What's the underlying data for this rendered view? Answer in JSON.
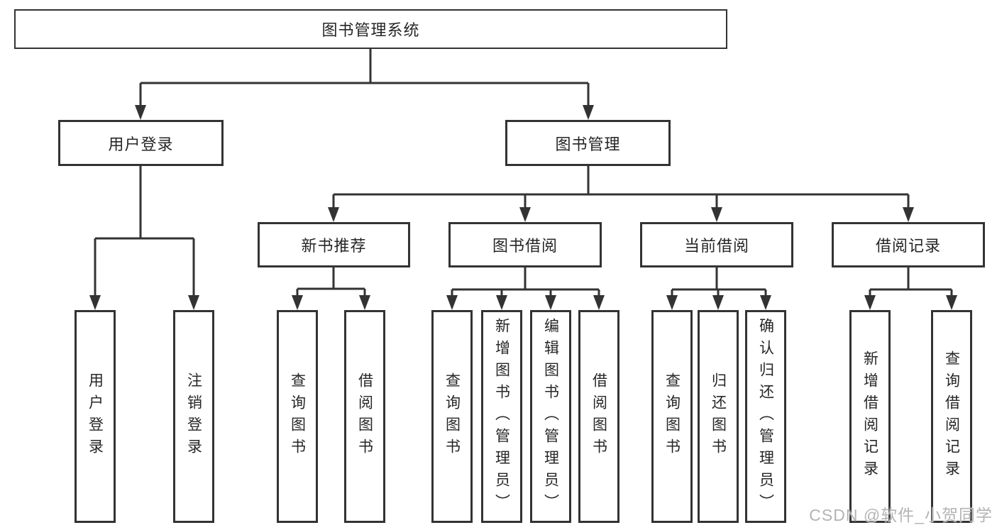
{
  "diagram": {
    "root": {
      "label": "图书管理系统"
    },
    "user_login": {
      "label": "用户登录",
      "children": [
        {
          "label": "用户登录"
        },
        {
          "label": "注销登录"
        }
      ]
    },
    "book_management": {
      "label": "图书管理",
      "sections": [
        {
          "label": "新书推荐",
          "children": [
            {
              "label": "查询图书"
            },
            {
              "label": "借阅图书"
            }
          ]
        },
        {
          "label": "图书借阅",
          "children": [
            {
              "label": "查询图书"
            },
            {
              "label": "新增图书（管理员）"
            },
            {
              "label": "编辑图书（管理员）"
            },
            {
              "label": "借阅图书"
            }
          ]
        },
        {
          "label": "当前借阅",
          "children": [
            {
              "label": "查询图书"
            },
            {
              "label": "归还图书"
            },
            {
              "label": "确认归还（管理员）"
            }
          ]
        },
        {
          "label": "借阅记录",
          "children": [
            {
              "label": "新增借阅记录"
            },
            {
              "label": "查询借阅记录"
            }
          ]
        }
      ]
    },
    "watermark": "CSDN @软件_小贺同学",
    "colors": {
      "line": "#333333",
      "box_border": "#333333",
      "text": "#262626",
      "background": "#ffffff",
      "watermark": "#b4b4b4"
    }
  }
}
